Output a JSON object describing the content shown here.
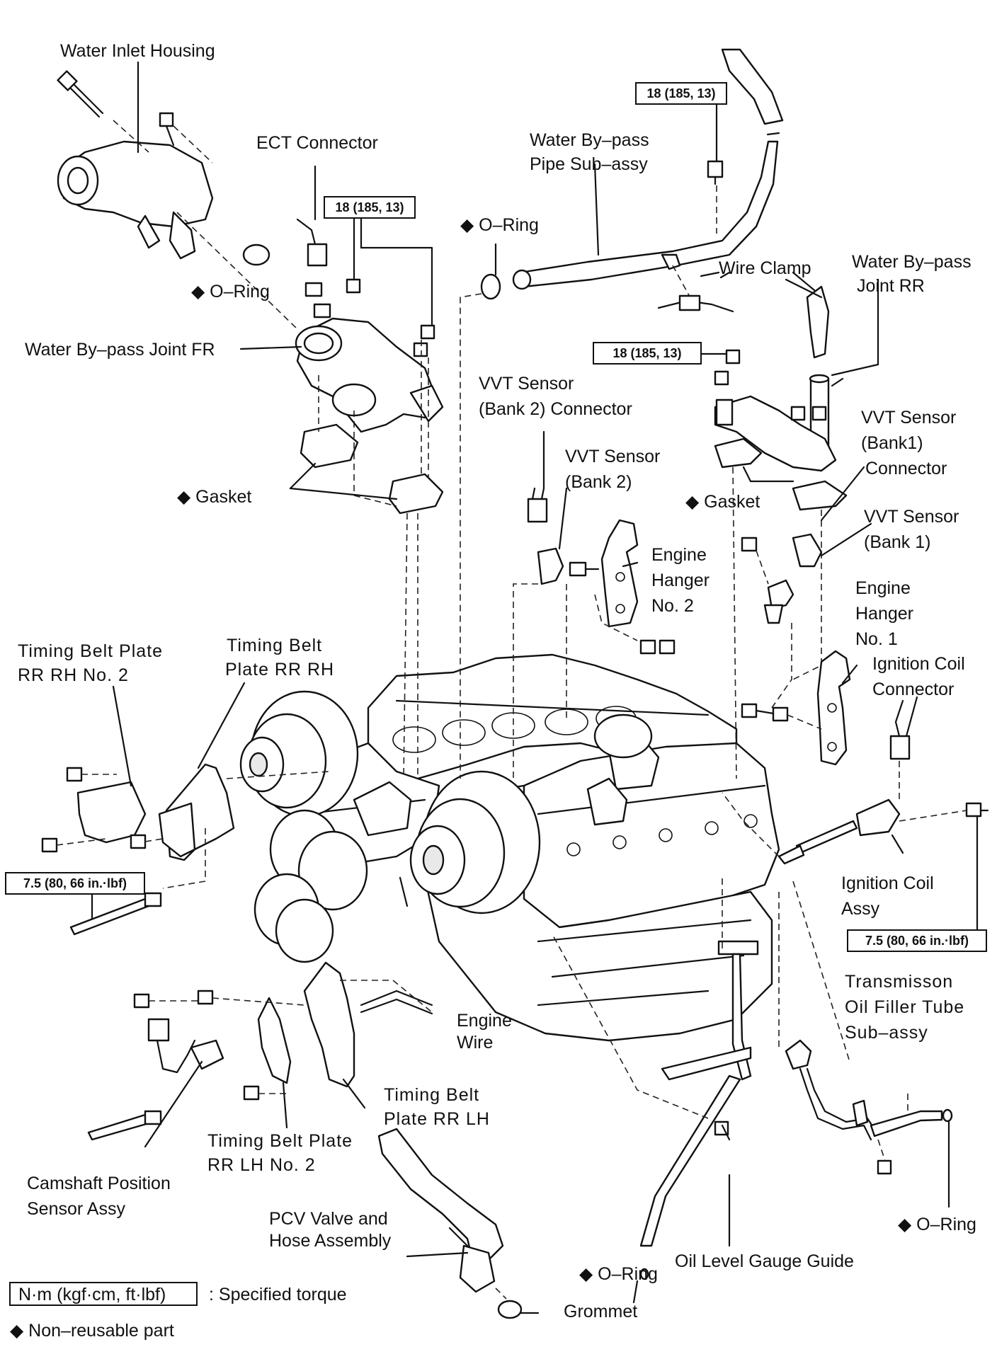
{
  "labels": {
    "water_inlet_housing": "Water Inlet Housing",
    "ect_connector": "ECT Connector",
    "water_bypass_pipe_1": "Water By–pass",
    "water_bypass_pipe_2": "Pipe Sub–assy",
    "oring_top_left": "◆ O–Ring",
    "oring_top_center": "◆ O–Ring",
    "water_bypass_joint_fr": "Water By–pass Joint FR",
    "wire_clamp": "Wire Clamp",
    "water_bypass_joint_rr_1": "Water By–pass",
    "water_bypass_joint_rr_2": "Joint RR",
    "vvt_bank2_connector_1": "VVT Sensor",
    "vvt_bank2_connector_2": "(Bank 2) Connector",
    "vvt_bank2_1": "VVT Sensor",
    "vvt_bank2_2": "(Bank 2)",
    "vvt_bank1_connector_1": "VVT Sensor",
    "vvt_bank1_connector_2": "(Bank1)",
    "vvt_bank1_connector_3": "Connector",
    "gasket_left": "◆ Gasket",
    "gasket_right": "◆ Gasket",
    "vvt_bank1_1": "VVT Sensor",
    "vvt_bank1_2": "(Bank 1)",
    "engine_hanger2_1": "Engine",
    "engine_hanger2_2": "Hanger",
    "engine_hanger2_3": "No. 2",
    "engine_hanger1_1": "Engine",
    "engine_hanger1_2": "Hanger",
    "engine_hanger1_3": "No. 1",
    "ignition_coil_connector_1": "Ignition Coil",
    "ignition_coil_connector_2": "Connector",
    "tbp_rr_rh_no2_1": "Timing Belt Plate",
    "tbp_rr_rh_no2_2": "RR RH No. 2",
    "tbp_rr_rh_1": "Timing Belt",
    "tbp_rr_rh_2": "Plate RR RH",
    "ignition_coil_assy_1": "Ignition Coil",
    "ignition_coil_assy_2": "Assy",
    "transmission_1": "Transmisson",
    "transmission_2": "Oil Filler Tube",
    "transmission_3": "Sub–assy",
    "engine_wire_1": "Engine",
    "engine_wire_2": "Wire",
    "tbp_rr_lh_1": "Timing Belt",
    "tbp_rr_lh_2": "Plate RR LH",
    "tbp_rr_lh_no2_1": "Timing Belt Plate",
    "tbp_rr_lh_no2_2": "RR LH No. 2",
    "camshaft_1": "Camshaft Position",
    "camshaft_2": "Sensor Assy",
    "pcv_1": "PCV Valve and",
    "pcv_2": "Hose Assembly",
    "oring_right": "◆ O–Ring",
    "oil_level_gauge_guide": "Oil Level Gauge Guide",
    "oring_bottom": "◆ O–Ring",
    "grommet": "Grommet"
  },
  "torque": {
    "t_top": "18 (185, 13)",
    "t_left": "18 (185, 13)",
    "t_mid": "18 (185, 13)",
    "t_small_left": "7.5 (80, 66 in.·lbf)",
    "t_small_right": "7.5 (80, 66 in.·lbf)"
  },
  "legend": {
    "box_text": "N·m (kgf·cm, ft·lbf)",
    "box_desc": ": Specified torque",
    "nonreusable": "◆ Non–reusable part"
  }
}
